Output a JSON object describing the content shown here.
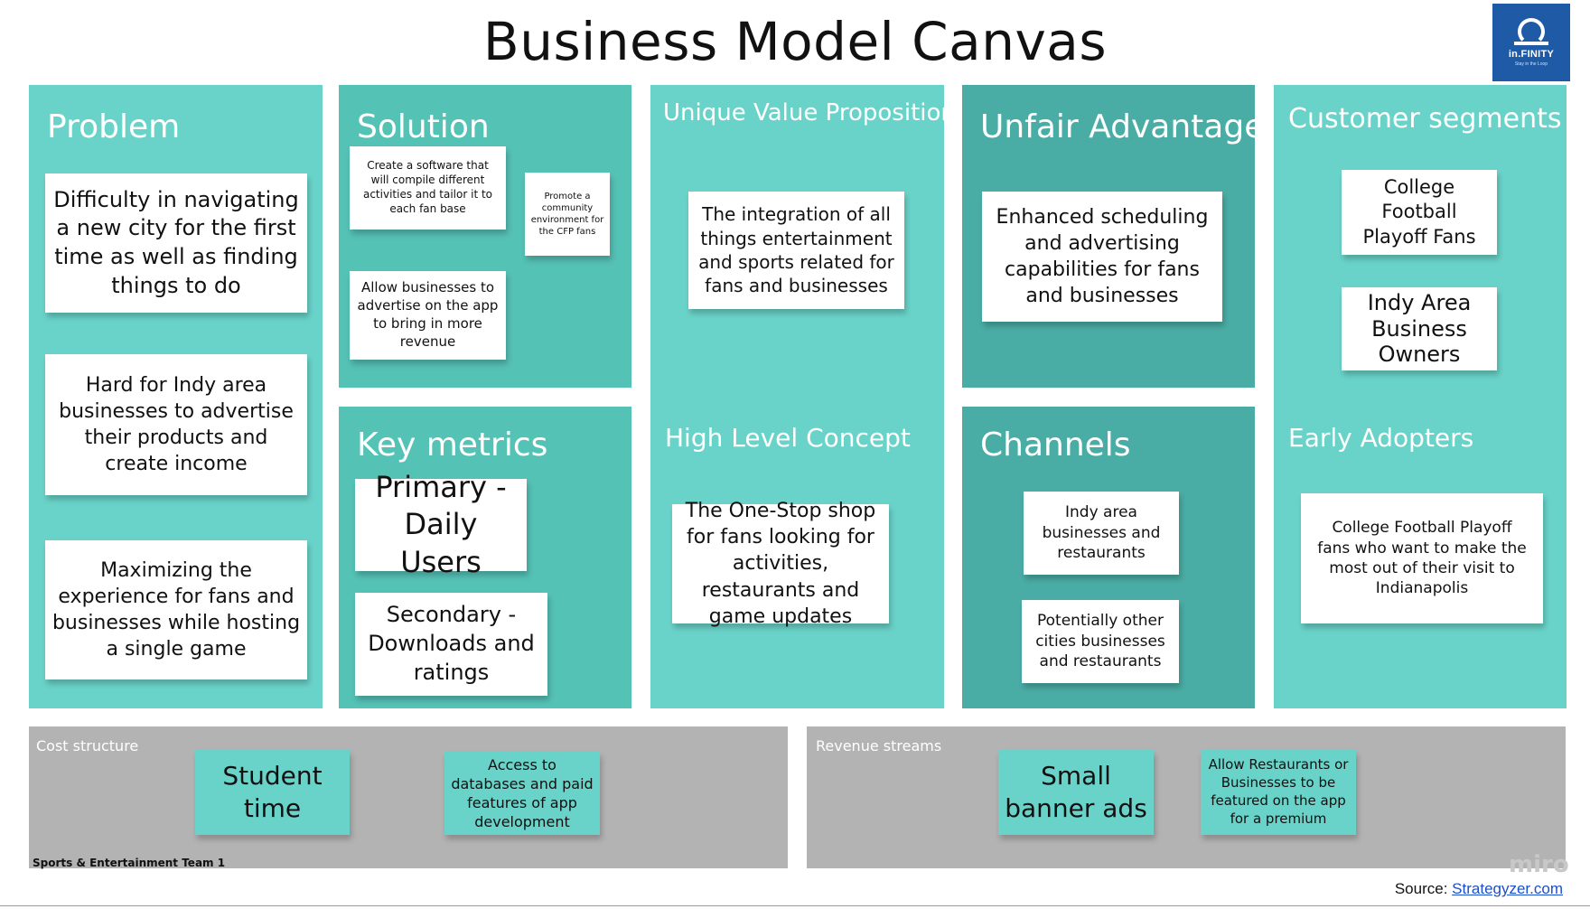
{
  "title": "Business Model Canvas",
  "logo": {
    "name": "in.FINITY",
    "tagline": "Stay in the Loop"
  },
  "problem": {
    "heading": "Problem",
    "notes": [
      "Difficulty in navigating a new city for the first time as well as finding things to do",
      "Hard for Indy area businesses to advertise their products and create income",
      "Maximizing the experience for fans and businesses while hosting a single game"
    ]
  },
  "solution": {
    "heading": "Solution",
    "notes": [
      "Create a software that will compile different activities and tailor it to each fan base",
      "Promote a community environment for the CFP fans",
      "Allow businesses to advertise on the app to bring in more revenue"
    ]
  },
  "key_metrics": {
    "heading": "Key metrics",
    "notes": [
      "Primary - Daily Users",
      "Secondary - Downloads and ratings"
    ]
  },
  "uvp": {
    "heading": "Unique Value Proposition",
    "notes": [
      "The integration of all things entertainment and sports related for fans and businesses"
    ]
  },
  "high_level_concept": {
    "heading": "High Level Concept",
    "notes": [
      "The One-Stop shop for fans looking for activities, restaurants and game updates"
    ]
  },
  "unfair_advantage": {
    "heading": "Unfair Advantage",
    "notes": [
      "Enhanced scheduling and advertising capabilities for fans and businesses"
    ]
  },
  "channels": {
    "heading": "Channels",
    "notes": [
      "Indy area businesses and restaurants",
      "Potentially other cities businesses and restaurants"
    ]
  },
  "customer_segments": {
    "heading": "Customer segments",
    "notes": [
      "College Football Playoff Fans",
      "Indy Area Business Owners"
    ]
  },
  "early_adopters": {
    "heading": "Early Adopters",
    "notes": [
      "College Football Playoff fans who want to make the most out of their visit to Indianapolis"
    ]
  },
  "cost_structure": {
    "heading": "Cost structure",
    "notes": [
      "Student time",
      "Access to databases and paid features of app development"
    ]
  },
  "revenue_streams": {
    "heading": "Revenue streams",
    "notes": [
      "Small banner ads",
      "Allow Restaurants or Businesses to be featured on the app for a premium"
    ]
  },
  "team": "Sports & Entertainment Team 1",
  "watermark": "miro",
  "source": {
    "label": "Source:",
    "link": "Strategyzer.com"
  },
  "colors": {
    "light_teal": "#6ad3c9",
    "mid_teal": "#55c2b6",
    "dark_teal": "#4aada5",
    "gray": "#b3b3b3",
    "logo_blue": "#1f5aa6"
  }
}
